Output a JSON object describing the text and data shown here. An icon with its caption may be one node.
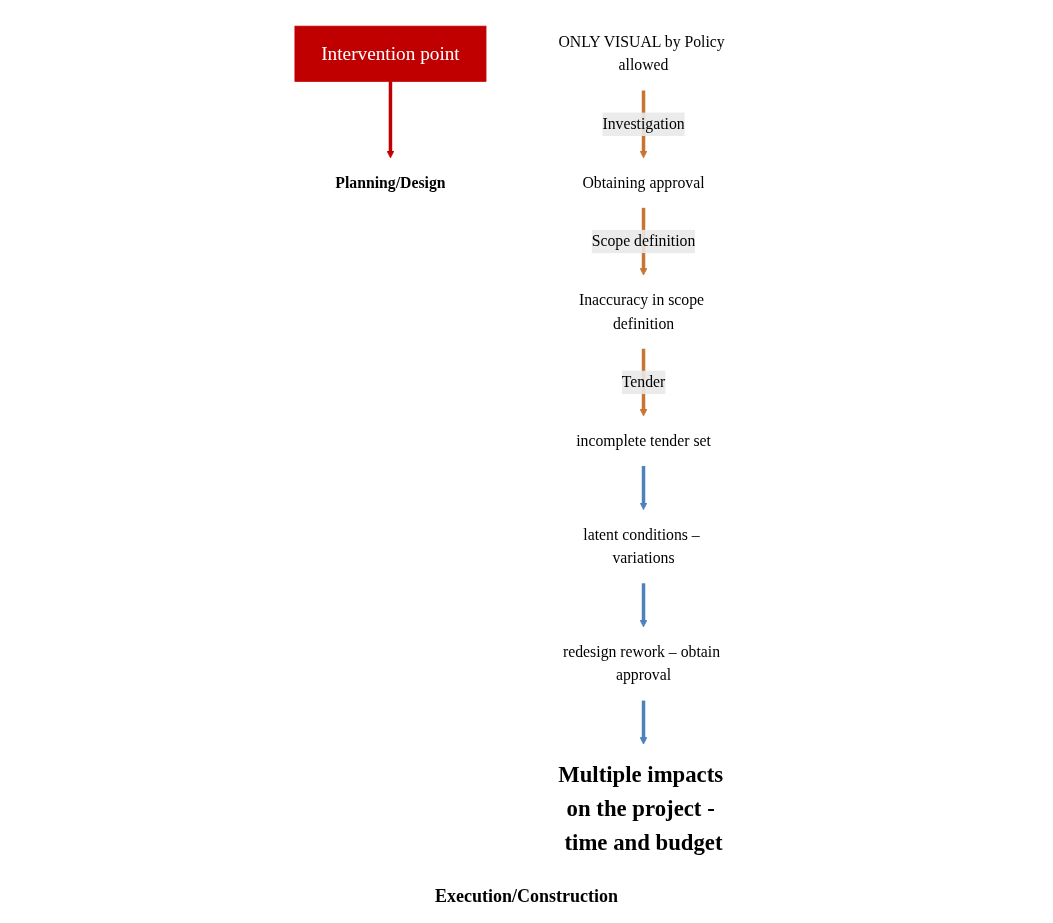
{
  "diagram": {
    "nodes": [
      {
        "text": [
          "Intervention point"
        ]
      },
      {
        "text": [
          "Planning/Design"
        ]
      },
      {
        "text": [
          "Inaccuracy in scope definition"
        ]
      },
      {
        "text": [
          "Obtaining approval"
        ]
      },
      {
        "text": [
          "ONLY VISUAL by Policy allowed"
        ]
      },
      {
        "text": [
          "Multiple impacts on the project - time and budget"
        ]
      },
      {
        "text": [
          "incomplete tender set"
        ]
      },
      {
        "text": [
          "latent conditions – variations"
        ]
      },
      {
        "text": [
          "redesign rework – obtain approval"
        ]
      }
    ],
    "edges": [
      {
        "from": 0,
        "to": 1,
        "arrow": "to",
        "color": "#c00000"
      },
      {
        "from": 4,
        "to": 3,
        "arrow": "to",
        "label": "Investigation",
        "color": "#c87533"
      },
      {
        "from": 3,
        "to": 2,
        "arrow": "to",
        "label": "Scope definition",
        "color": "#c87533"
      },
      {
        "from": 2,
        "to": 6,
        "arrow": "to",
        "label": "Tender",
        "color": "#c87533"
      },
      {
        "from": 6,
        "to": 7,
        "arrow": "to",
        "color": "#4f81bd"
      },
      {
        "from": 7,
        "to": 8,
        "arrow": "to",
        "color": "#4f81bd"
      },
      {
        "from": 8,
        "to": 5,
        "arrow": "to",
        "color": "#4f81bd"
      }
    ],
    "labels": [
      "Execution/Construction"
    ]
  }
}
